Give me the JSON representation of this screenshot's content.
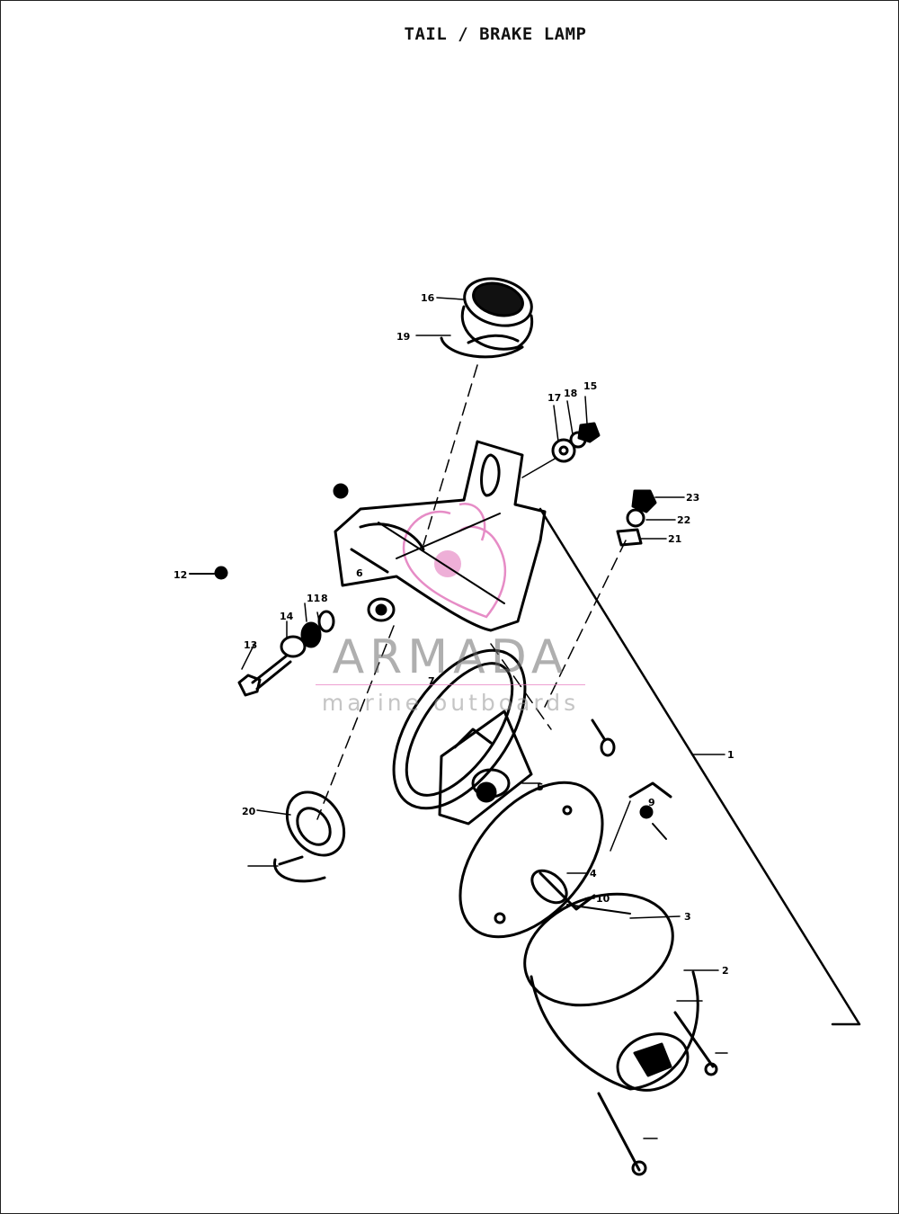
{
  "title": "TAIL / BRAKE LAMP",
  "callouts": [
    "1",
    "2",
    "3",
    "4",
    "5",
    "6",
    "7",
    "8",
    "9",
    "10",
    "11",
    "12",
    "13",
    "14",
    "15",
    "16",
    "17",
    "18",
    "19",
    "20",
    "21",
    "22",
    "23"
  ],
  "watermark": {
    "name": "ARMADA",
    "tagline": "marine outboards",
    "accent_color": "#e070b8"
  },
  "colors": {
    "ink": "#000000",
    "paper": "#ffffff"
  }
}
